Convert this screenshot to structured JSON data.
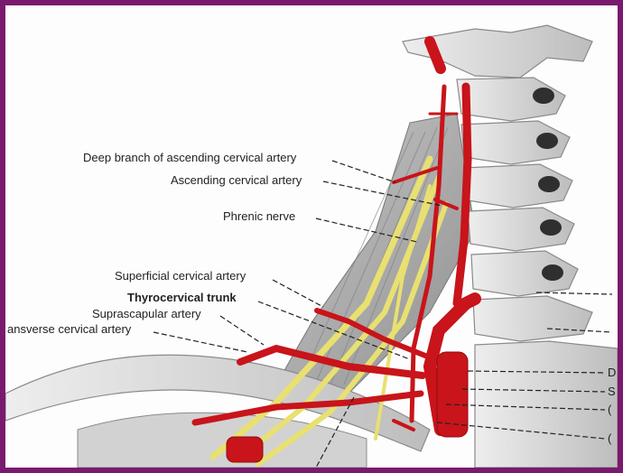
{
  "frame_color": "#7a1a6e",
  "labels": {
    "deep_branch": "Deep branch of ascending cervical artery",
    "ascending_cervical": "Ascending cervical artery",
    "phrenic_nerve": "Phrenic nerve",
    "superficial_cervical": "Superficial cervical artery",
    "thyrocervical_trunk": "Thyrocervical trunk",
    "suprascapular": "Suprascapular artery",
    "transverse_cervical": "ansverse cervical artery",
    "right_1": "D",
    "right_2": "S",
    "right_3": "(",
    "right_4": "("
  },
  "colors": {
    "artery": "#c8141a",
    "nerve": "#e8e070",
    "bone": "#dcdcdc",
    "muscle": "#a9a9a9",
    "label_text": "#222222"
  }
}
